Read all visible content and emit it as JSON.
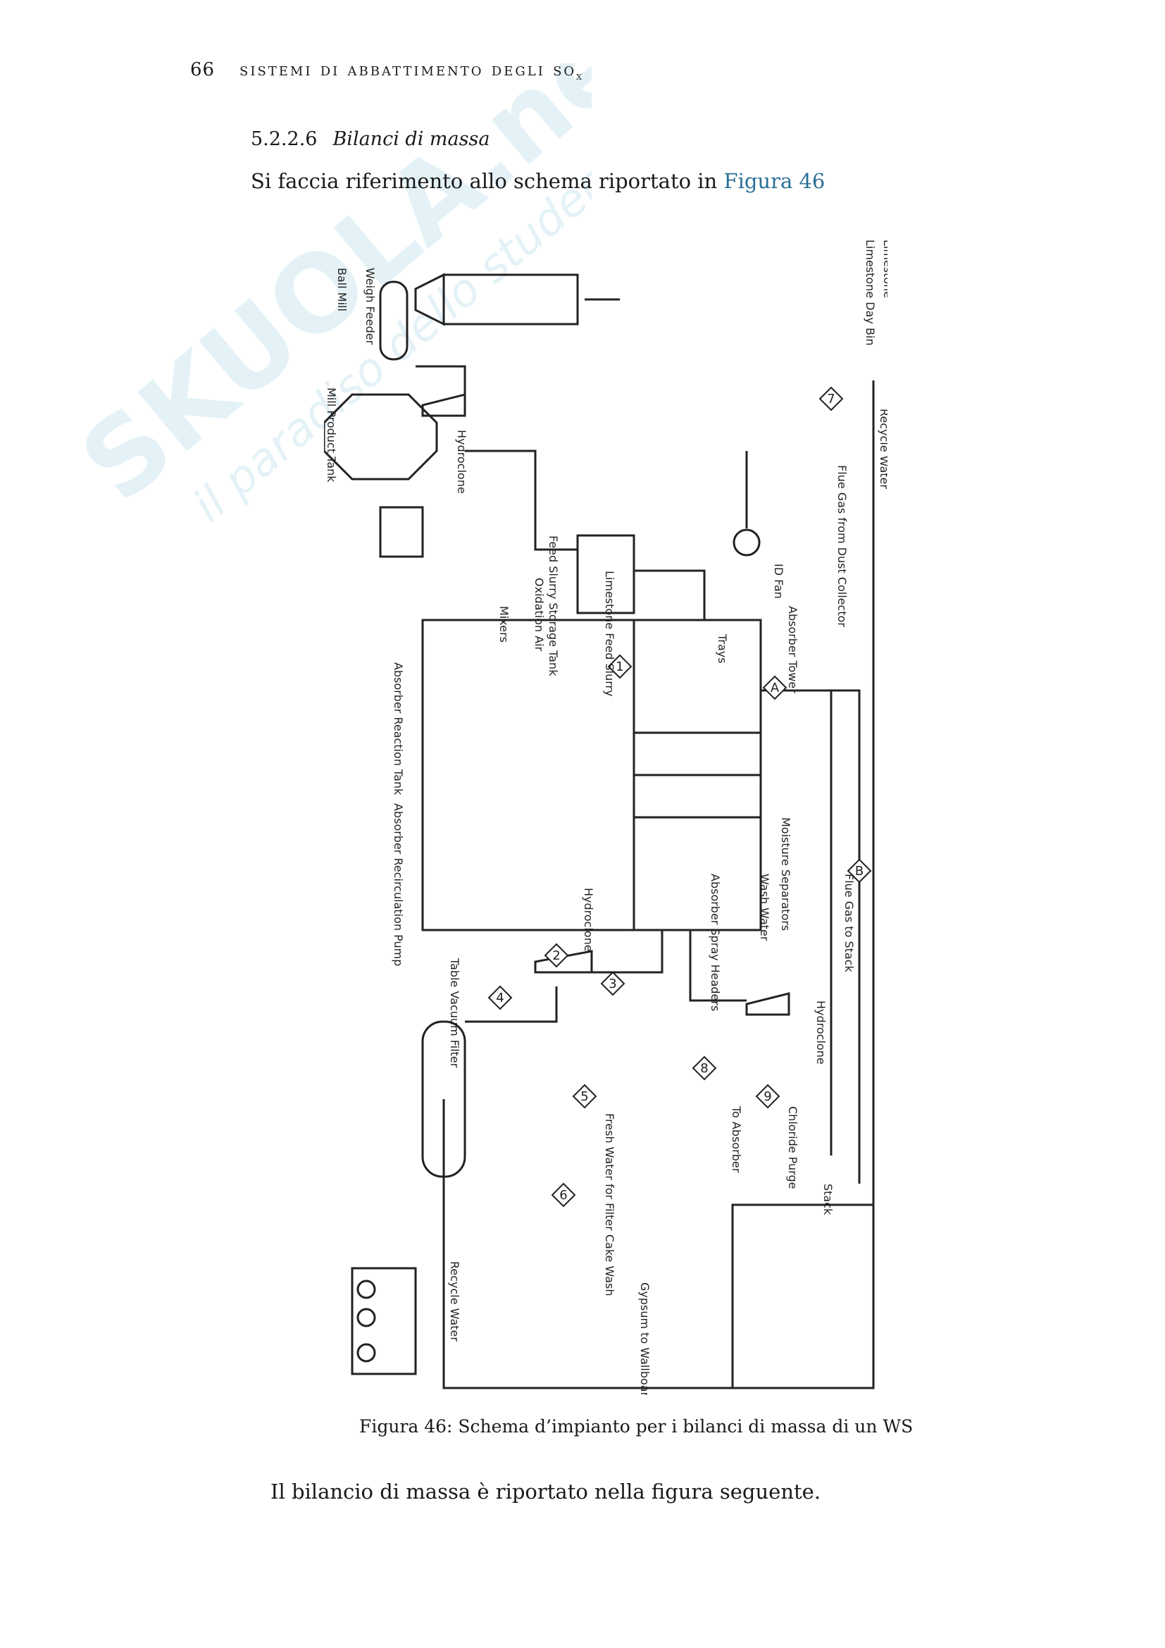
{
  "header": {
    "page_number": "66",
    "running_title": "sistemi di abbattimento degli so",
    "running_title_sub": "x"
  },
  "section": {
    "number": "5.2.2.6",
    "title": "Bilanci di massa"
  },
  "para1": {
    "text": "Si faccia riferimento allo schema riportato in ",
    "link": "Figura 46"
  },
  "figure": {
    "caption": "Figura 46: Schema d’impianto per i bilanci di massa di un WS",
    "labels": {
      "limestone": "Limestone",
      "day_bin": "Limestone Day Bin",
      "weigh_feeder": "Weigh Feeder",
      "ball_mill": "Ball Mill",
      "mill_product_tank": "Mill Product Tank",
      "hydroclone_top": "Hydroclone",
      "recycle_water_top": "Recycle Water",
      "flue_gas_from": "Flue Gas from Dust Collector",
      "feed_slurry_tank": "Feed Slurry Storage Tank",
      "id_fan": "ID Fan",
      "limestone_feed_slurry": "Limestone Feed Slurry",
      "oxidation_air": "Oxidation Air",
      "mixers": "Mixers",
      "absorber_tower": "Absorber Tower",
      "trays": "Trays",
      "absorber_reaction_tank": "Absorber Reaction Tank",
      "recirculation_pump": "Absorber Recirculation Pump",
      "moisture_separators": "Moisture Separators",
      "wash_water": "Wash Water",
      "spray_headers": "Absorber Spray Headers",
      "hydroclone_mid": "Hydroclone",
      "flue_gas_to_stack": "Flue Gas to Stack",
      "table_filter": "Table Vacuum Filter",
      "fresh_water": "Fresh Water for Filter Cake Wash",
      "hydroclone_low": "Hydroclone",
      "to_absorber": "To Absorber",
      "chloride_purge": "Chloride Purge",
      "stack": "Stack",
      "gypsum": "Gypsum to Wallboard Manufacturer",
      "recycle_water_bottom": "Recycle Water"
    },
    "stream_markers": [
      "A",
      "B",
      "1",
      "2",
      "3",
      "4",
      "5",
      "6",
      "7",
      "8",
      "9"
    ]
  },
  "para2": {
    "text": "Il bilancio di massa è riportato nella figura seguente."
  },
  "watermark": {
    "brand": "SKUOLA.net",
    "tagline": "il paradiso dello studente"
  }
}
